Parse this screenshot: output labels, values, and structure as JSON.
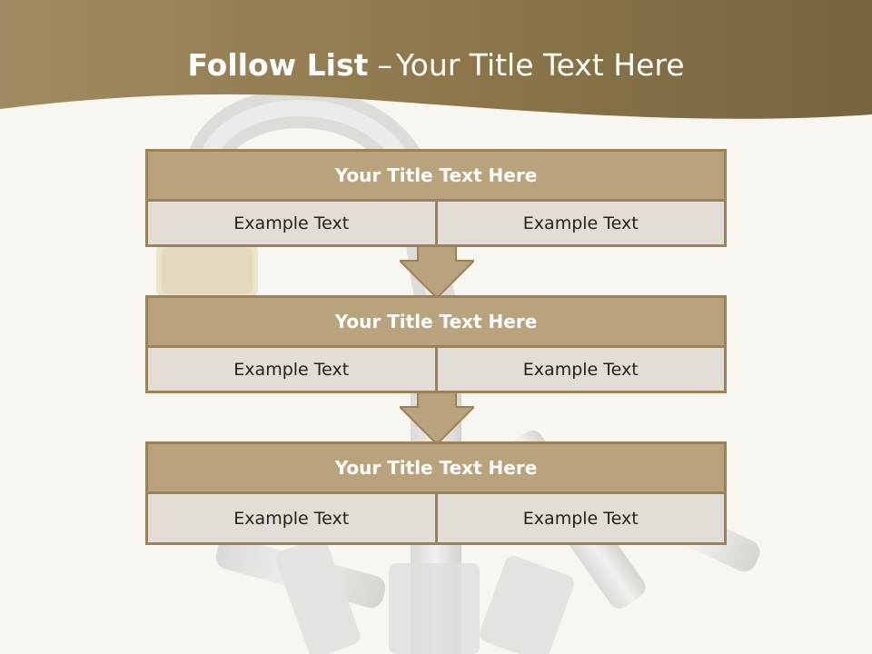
{
  "slide": {
    "title_bold": "Follow List",
    "title_separator": "–",
    "title_rest": "Your Title Text Here"
  },
  "steps": [
    {
      "title": "Your Title Text Here",
      "left_text": "Example Text",
      "right_text": "Example Text"
    },
    {
      "title": "Your Title Text Here",
      "left_text": "Example Text",
      "right_text": "Example Text"
    },
    {
      "title": "Your Title Text Here",
      "left_text": "Example Text",
      "right_text": "Example Text"
    }
  ],
  "colors": {
    "header_band": "#8f7a4f",
    "box_title_fill": "#b9a37c",
    "box_border": "#9b8258",
    "box_body_fill": "#e2ddd5",
    "arrow_fill": "#b9a37c"
  },
  "icons": {
    "background": "faucet-illustration",
    "connector": "down-arrow-icon"
  }
}
